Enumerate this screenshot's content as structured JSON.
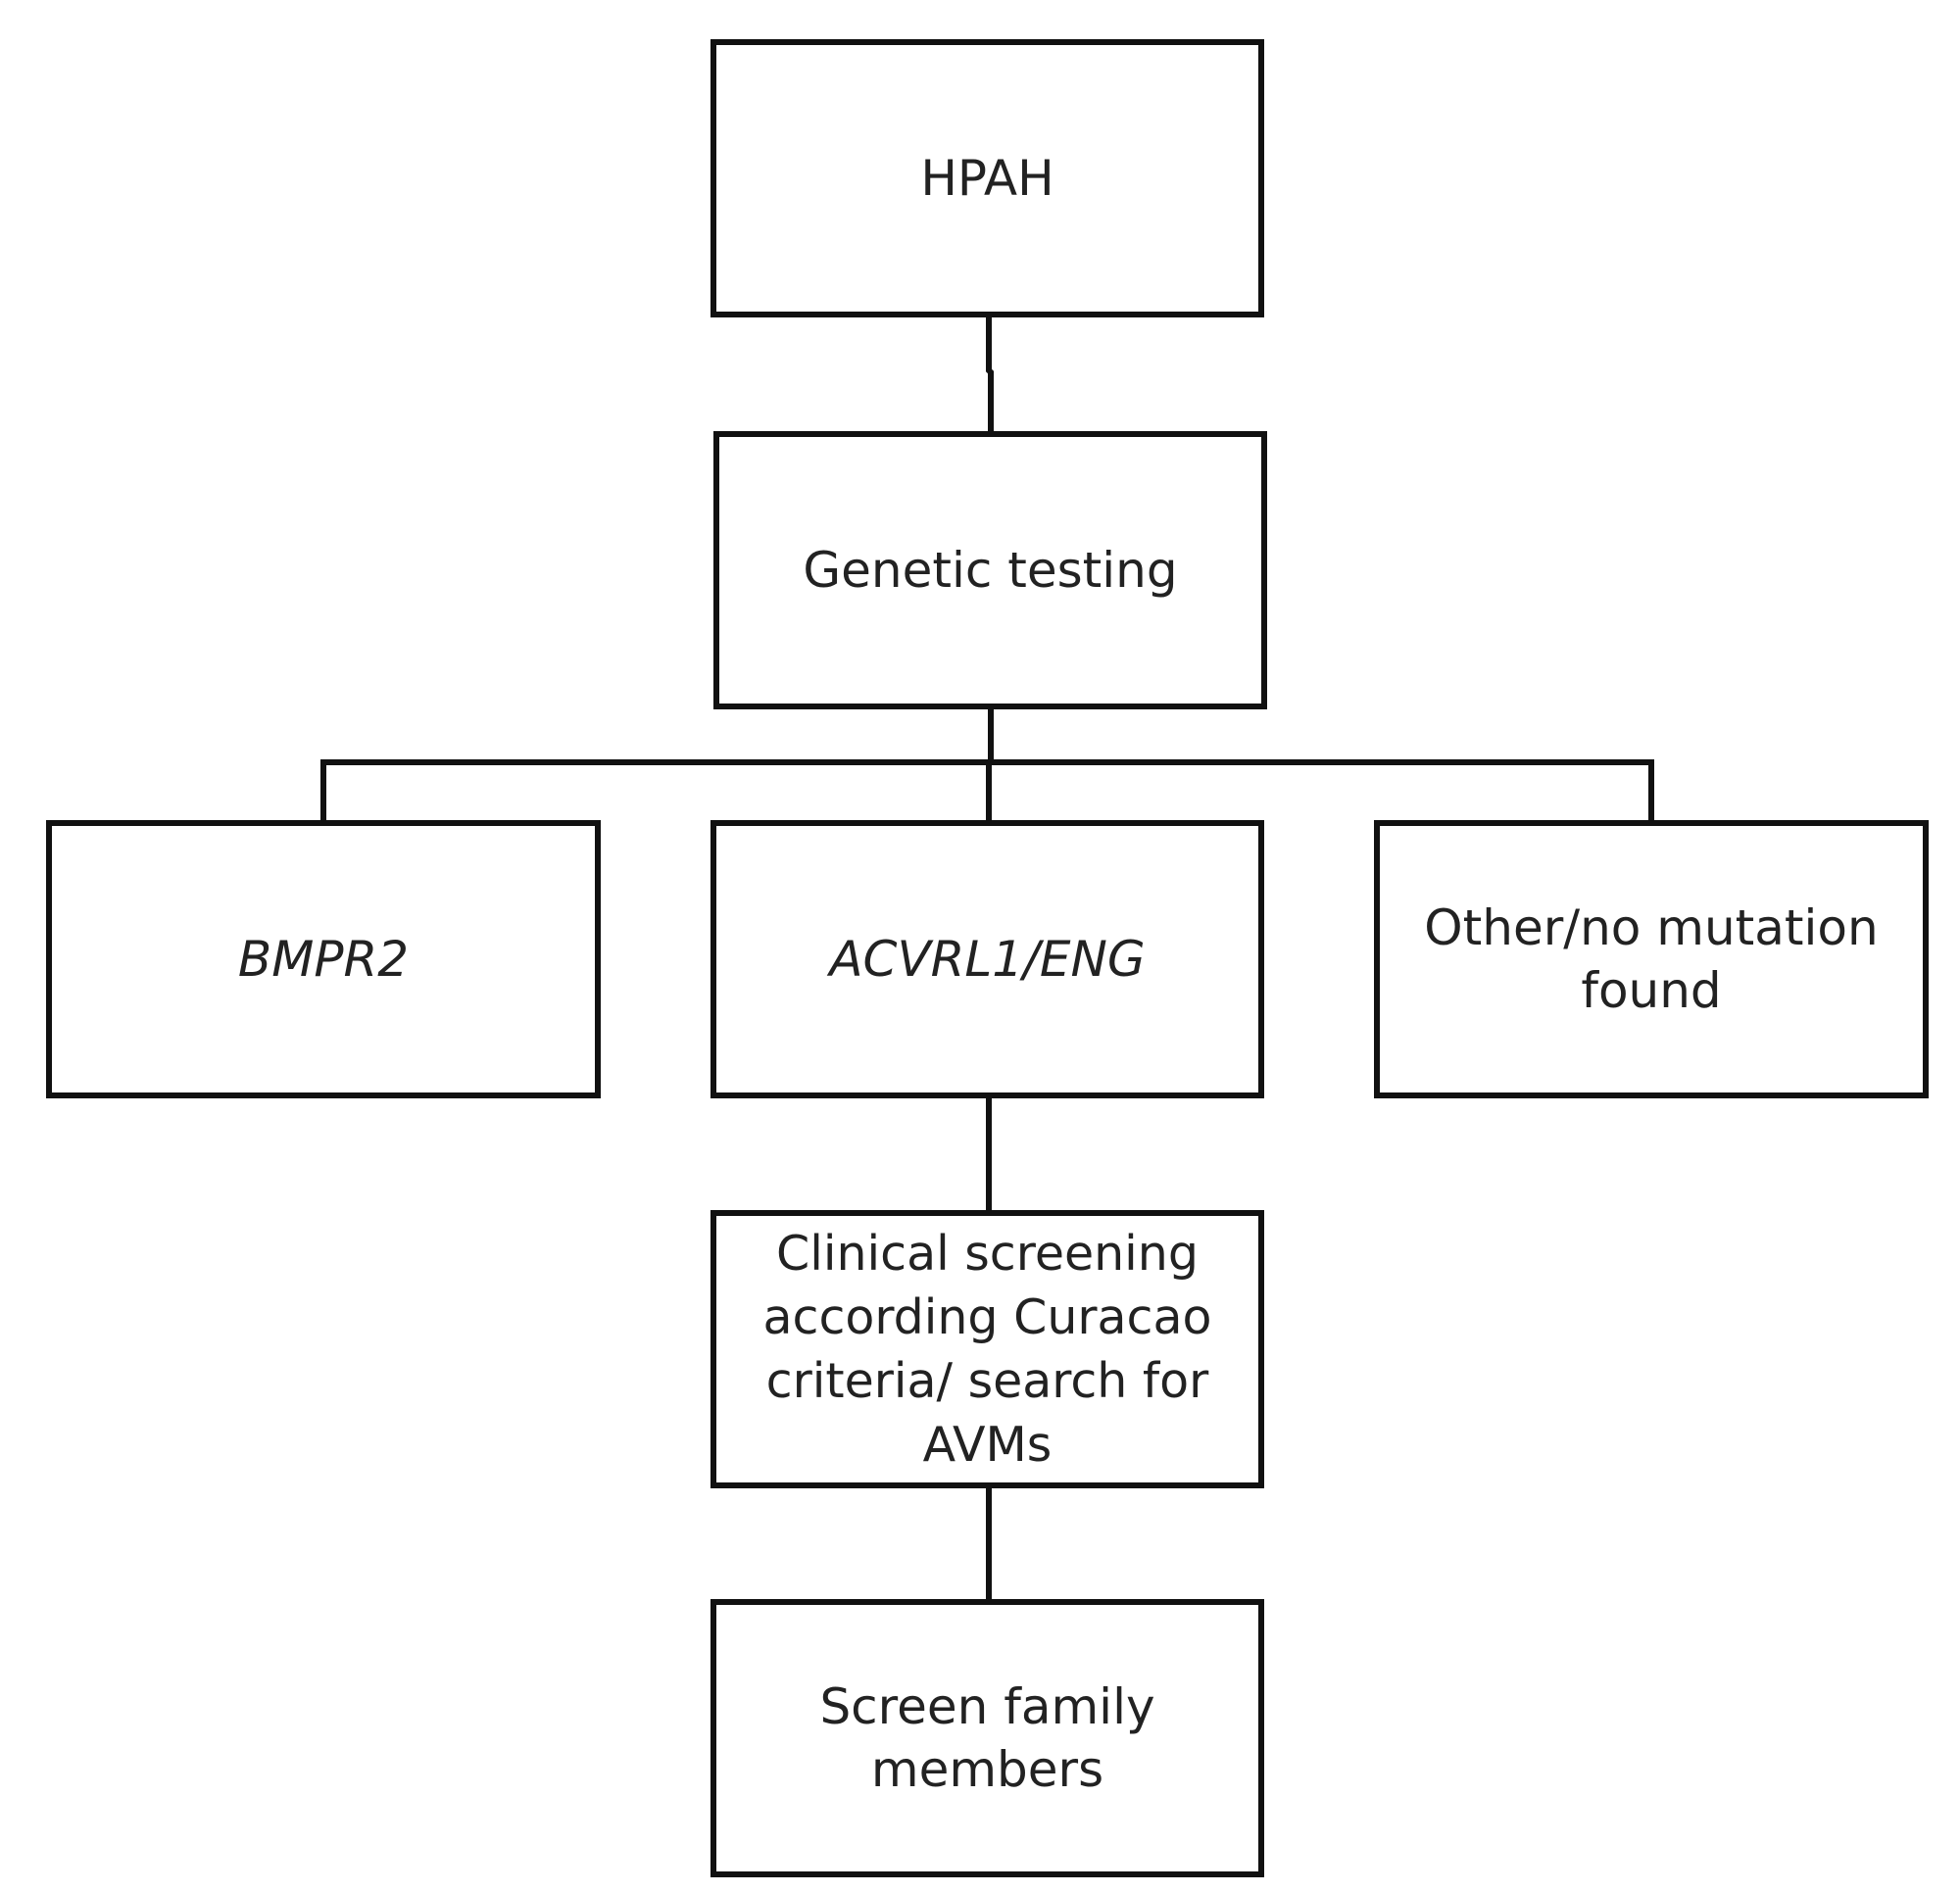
{
  "diagram": {
    "nodes": {
      "hpah": "HPAH",
      "genetic_testing": "Genetic testing",
      "bmpr2": "BMPR2",
      "acvrl1_eng": "ACVRL1/ENG",
      "other_no_mutation": "Other/no mutation\nfound",
      "clinical_screening": "Clinical screening\naccording Curacao\ncriteria/ search for\nAVMs",
      "screen_family": "Screen family\nmembers"
    },
    "edges": [
      {
        "from": "hpah",
        "to": "genetic_testing"
      },
      {
        "from": "genetic_testing",
        "to": "bmpr2"
      },
      {
        "from": "genetic_testing",
        "to": "acvrl1_eng"
      },
      {
        "from": "genetic_testing",
        "to": "other_no_mutation"
      },
      {
        "from": "acvrl1_eng",
        "to": "clinical_screening"
      },
      {
        "from": "clinical_screening",
        "to": "screen_family"
      }
    ],
    "colors": {
      "line": "#111111",
      "text": "#222222",
      "background": "#ffffff"
    }
  }
}
